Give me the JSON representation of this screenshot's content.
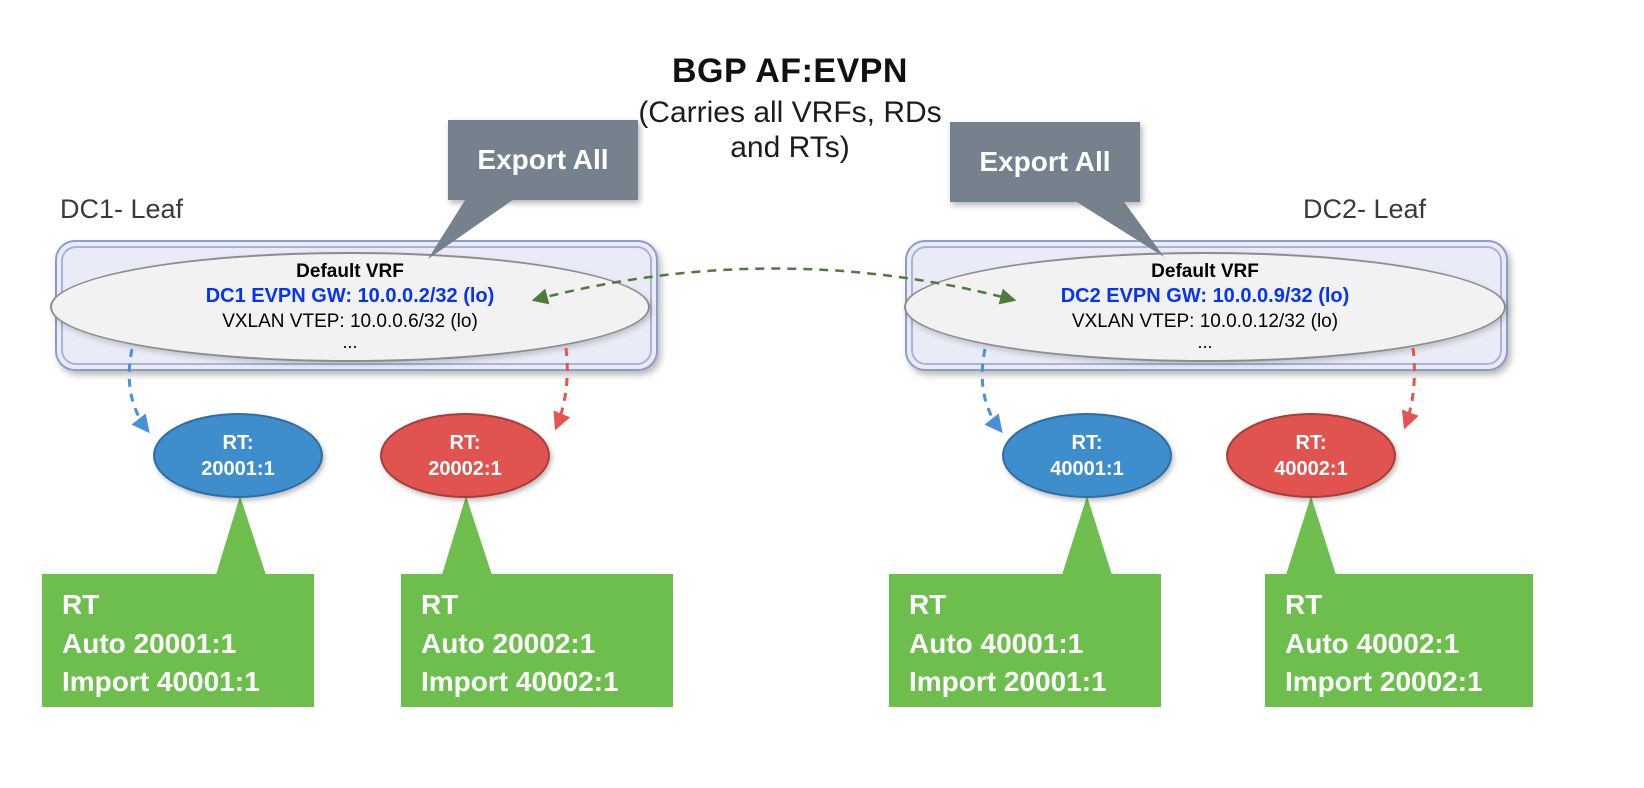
{
  "title": {
    "heading": "BGP AF:EVPN",
    "subtitle_line1": "(Carries all VRFs, RDs",
    "subtitle_line2": "and RTs)"
  },
  "callouts": {
    "export_all_left": "Export All",
    "export_all_right": "Export All"
  },
  "dc1": {
    "leaf_label": "DC1- Leaf",
    "vrf": {
      "name": "Default VRF",
      "evpn_gw": "DC1 EVPN GW: 10.0.0.2/32 (lo)",
      "vtep": "VXLAN VTEP: 10.0.0.6/32 (lo)",
      "ellipsis": "..."
    },
    "rt_blue": {
      "label": "RT:",
      "value": "20001:1"
    },
    "rt_red": {
      "label": "RT:",
      "value": "20002:1"
    },
    "rt_box_blue": {
      "line1": "RT",
      "line2": "Auto 20001:1",
      "line3": "Import 40001:1"
    },
    "rt_box_red": {
      "line1": "RT",
      "line2": "Auto 20002:1",
      "line3": "Import 40002:1"
    }
  },
  "dc2": {
    "leaf_label": "DC2- Leaf",
    "vrf": {
      "name": "Default VRF",
      "evpn_gw": "DC2 EVPN GW: 10.0.0.9/32 (lo)",
      "vtep": "VXLAN VTEP: 10.0.0.12/32 (lo)",
      "ellipsis": "..."
    },
    "rt_blue": {
      "label": "RT:",
      "value": "40001:1"
    },
    "rt_red": {
      "label": "RT:",
      "value": "40002:1"
    },
    "rt_box_blue": {
      "line1": "RT",
      "line2": "Auto 40001:1",
      "line3": "Import 20001:1"
    },
    "rt_box_red": {
      "line1": "RT",
      "line2": "Auto 40002:1",
      "line3": "Import 20002:1"
    }
  },
  "colors": {
    "callout_gray": "#75818D",
    "green_box": "#6DBE4C",
    "blue_oval": "#3E8DCC",
    "red_oval": "#E0534F",
    "evpn_gw_text_blue": "#0432FF",
    "green_arrow": "#4E7A3C",
    "blue_arrow": "#4A90D9",
    "red_arrow": "#E8534F",
    "container_border": "#8E9CC9",
    "container_fill": "#E9ECF6"
  }
}
